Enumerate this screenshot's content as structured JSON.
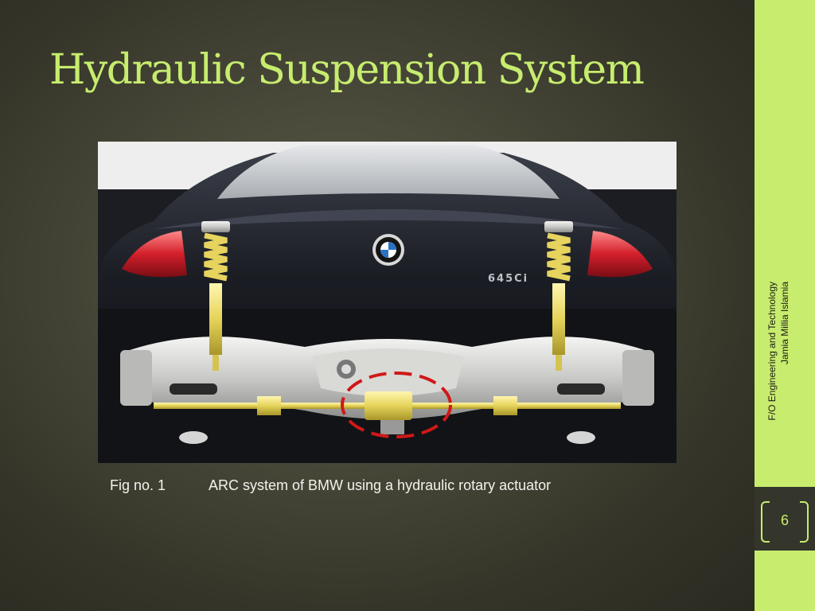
{
  "slide": {
    "title": "Hydraulic Suspension System",
    "figure": {
      "caption_number": "Fig no. 1",
      "caption_text": "ARC system of BMW using a hydraulic rotary actuator",
      "badge_text": "645Ci"
    },
    "sidebar": {
      "line1": "F/O Engineering and Technology",
      "line2": "Jamia Millia Islamia",
      "page_number": "6"
    }
  },
  "colors": {
    "accent": "#c7ec6e",
    "background": "#4a4a3b",
    "caption_text": "#f3f3ee"
  }
}
